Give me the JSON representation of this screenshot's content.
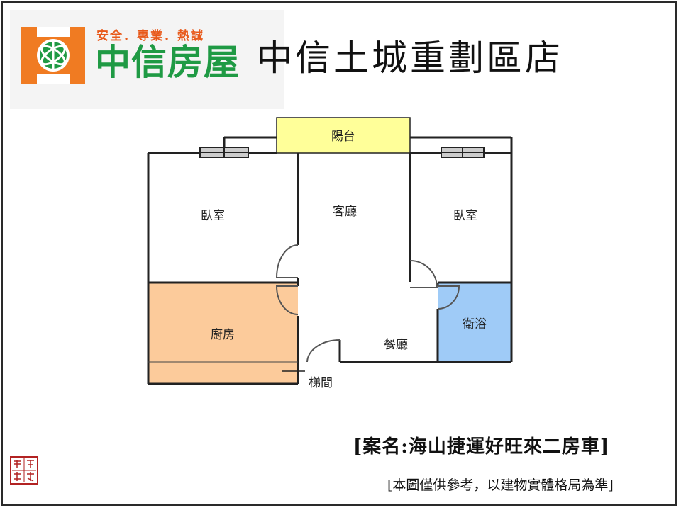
{
  "header": {
    "slogan": "安全．專業．熱誠",
    "brand": "中信房屋",
    "branch": "中信土城重劃區店"
  },
  "floorplan": {
    "rooms": {
      "balcony": "陽台",
      "bedroom_left": "臥室",
      "living_room": "客廳",
      "bedroom_right": "臥室",
      "kitchen": "廚房",
      "dining_room": "餐廳",
      "bathroom": "衛浴",
      "stairs": "梯間"
    },
    "colors": {
      "balcony": "#ffff99",
      "kitchen": "#fccb9b",
      "bathroom": "#9fcbf7",
      "wall": "#222222"
    }
  },
  "footer": {
    "case_name": "[案名:海山捷運好旺來二房車]",
    "disclaimer": "[本圖僅供參考，以建物實體格局為準]"
  },
  "logo": {
    "seal_text": "嚴選承祐",
    "brand_colors": {
      "orange": "#f07b22",
      "green": "#1f9a44"
    }
  }
}
